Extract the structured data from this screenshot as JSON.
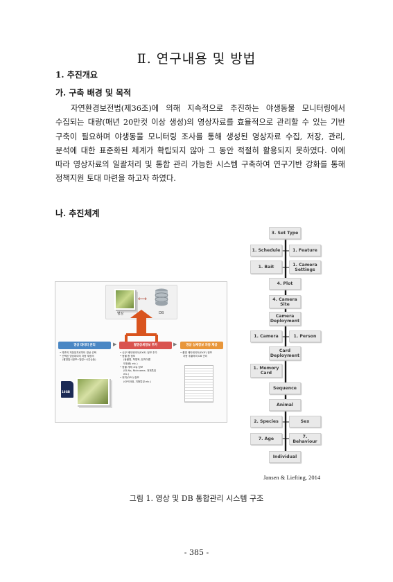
{
  "chapter_title": "Ⅱ. 연구내용 및 방법",
  "section_heading": "1. 추진개요",
  "subsection_a": "가. 구축 배경 및 목적",
  "paragraph": "자연환경보전법(제36조)에 의해 지속적으로 추진하는 야생동물 모니터링에서 수집되는 대량(매년 20만컷 이상 생성)의 영상자료를 효율적으로 관리할 수 있는 기반 구축이 필요하며 야생동물 모니터링 조사를 통해 생성된 영상자료 수집, 저장, 관리, 분석에 대한 표준화된 체계가 확립되지 않아 그 동안 적절히 활용되지 못하였다. 이에 따라 영상자료의 일괄처리 및 통합 관리 가능한 시스템 구축하여 연구기반 강화를 통해 정책지원 토대 마련을 하고자 하였다.",
  "subsection_b": "나. 추진체계",
  "figure": {
    "left_panel": {
      "image_label": "영상",
      "db_label": "DB",
      "col1_title": "영상 데이터 관리",
      "col1_items": [
        "• 예초의 저장장치로부터 영상 선택",
        "• 선택된 영상데이터 자동 재정의",
        "(촬영일시정보+일련+시간순등)"
      ],
      "col2_title": "촬영상세정보 추가",
      "col2_items": [
        "• 신규 메타데이터(EXIF) 정보 추가",
        "• 동물 종 정보",
        "(동물명, 학명목, 한자이름",
        "보호종) etc.)",
        "• 동물 개체 고유 정보",
        "(ID-No, Nickname, 개체특징",
        "etc.)",
        "• 위치(GPS) 정보",
        "(GPS좌표, 지형특징 etc.)"
      ],
      "col3_title": "영상 상세정보 자동 제공",
      "col3_items": [
        "• 촬영 메타데이터(EXIF) 정보",
        "자동 추출하여 DB 관리"
      ],
      "sd_card_label": "16GB",
      "colors": {
        "col1": "#4a87c4",
        "col2": "#d9534f",
        "col3": "#e8963a",
        "arrow": "#d9541e"
      }
    },
    "flow": {
      "set_type": "3. Set Type",
      "schedule": "1. Schedule",
      "feature": "1. Feature",
      "bait": "1. Bait",
      "camera_settings": "1. Camera Settings",
      "plot": "4. Plot",
      "camera_site": "4. Camera Site",
      "camera_deployment": "Camera Deployment",
      "camera": "1. Camera",
      "person": "1. Person",
      "card_deployment": "Card Deployment",
      "memory_card": "1. Memory Card",
      "sequence": "Sequence",
      "animal": "Animal",
      "species": "2. Species",
      "sex": "Sex",
      "age": "7. Age",
      "behaviour": "7. Behaviour",
      "individual": "Individual"
    },
    "citation": "Jansen & Liefting, 2014",
    "caption": "그림 1. 영상 및 DB 통합관리 시스템 구조"
  },
  "page_number": "- 385 -"
}
